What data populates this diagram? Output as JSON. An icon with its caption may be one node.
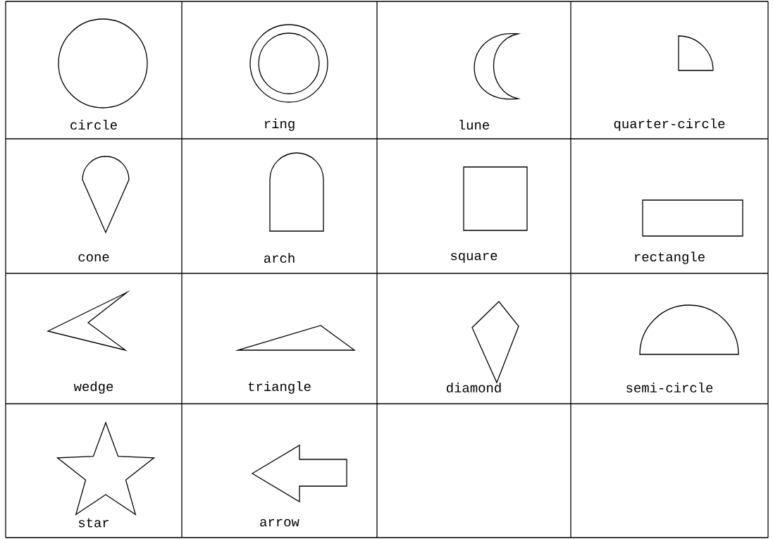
{
  "diagram": {
    "labels": [
      "circle",
      "ring",
      "lune",
      "quarter-circle",
      "cone",
      "arch",
      "square",
      "rectangle",
      "wedge",
      "triangle",
      "diamond",
      "semi-circle",
      "star",
      "arrow"
    ]
  }
}
